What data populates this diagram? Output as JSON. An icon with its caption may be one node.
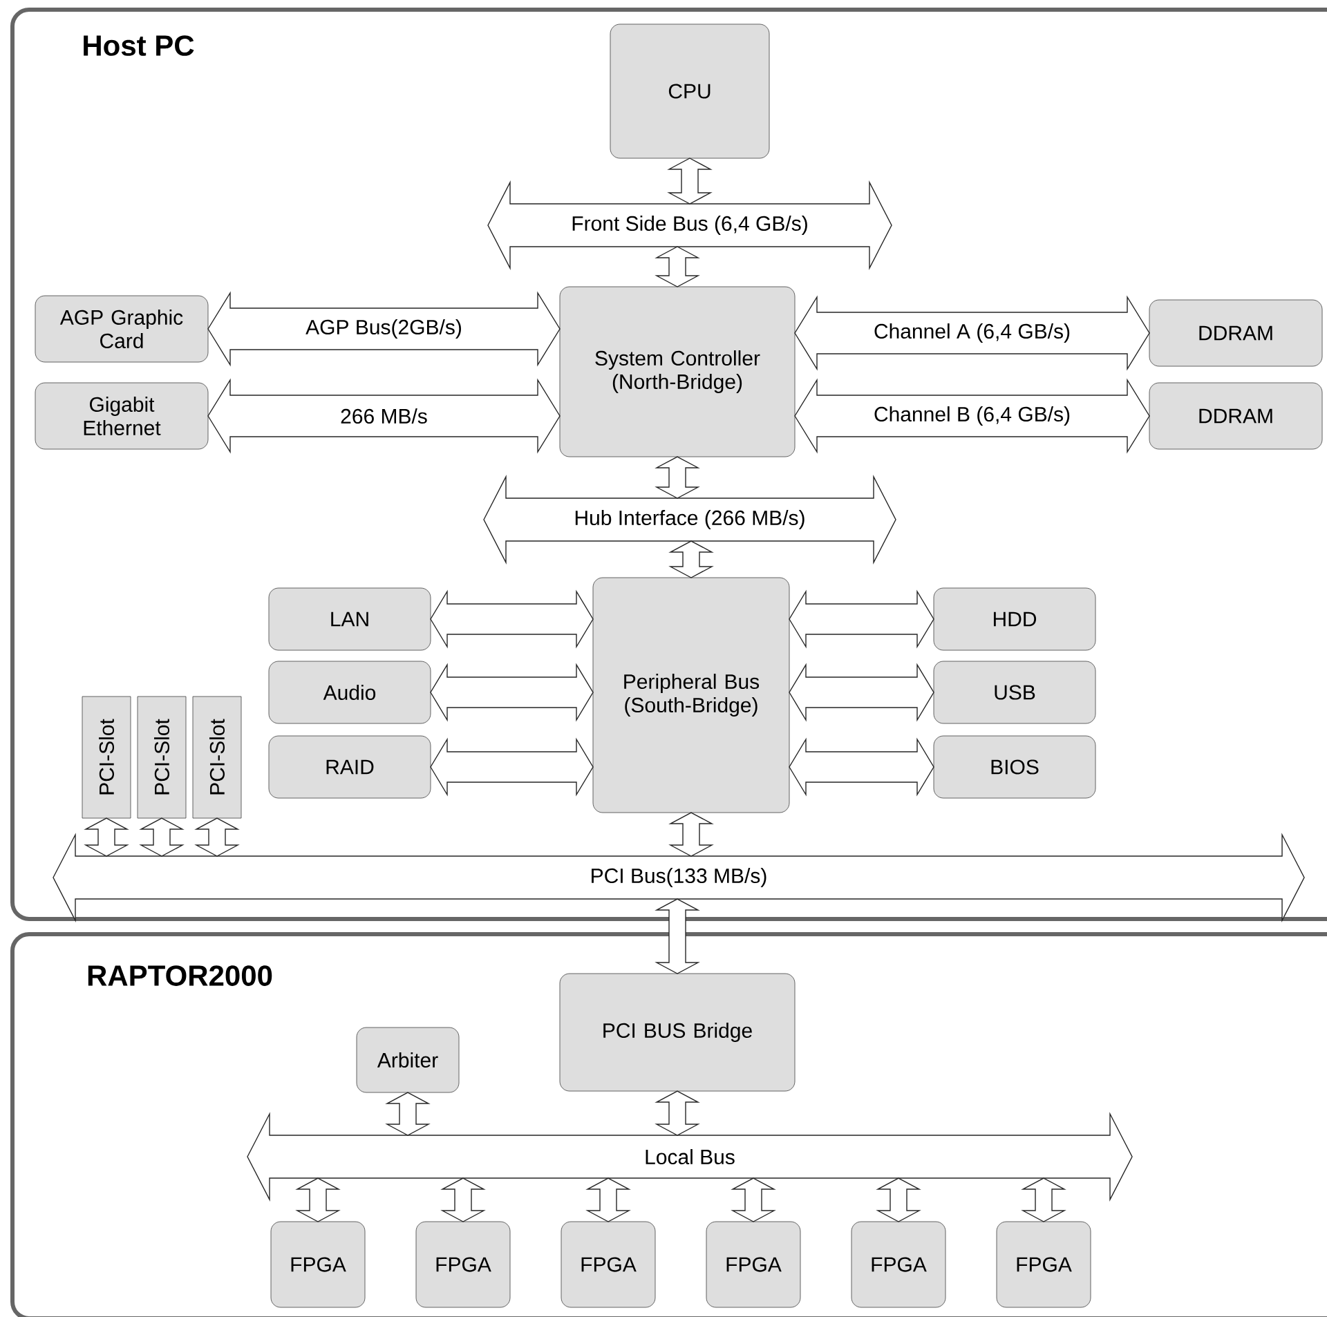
{
  "diagram": {
    "nodes": [
      {
        "text": [
          "Host PC"
        ]
      },
      {
        "text": [
          "CPU"
        ],
        "in": 0
      },
      {
        "text": [
          "Front Side Bus (6,4 GB/s)"
        ],
        "in": 0
      },
      {
        "text": [
          "AGP Graphic Card"
        ],
        "in": 0
      },
      {
        "text": [
          "Gigabit Ethernet"
        ],
        "in": 0
      },
      {
        "text": [
          "System Controller (North-Bridge)"
        ],
        "in": 0
      },
      {
        "text": [
          "DDRAM"
        ],
        "in": 0
      },
      {
        "text": [
          "DDRAM"
        ],
        "in": 0
      },
      {
        "text": [
          "Hub Interface (266 MB/s)"
        ],
        "in": 0
      },
      {
        "text": [
          "LAN"
        ],
        "in": 0
      },
      {
        "text": [
          "Audio"
        ],
        "in": 0
      },
      {
        "text": [
          "RAID"
        ],
        "in": 0
      },
      {
        "text": [
          "Peripheral Bus (South-Bridge)"
        ],
        "in": 0
      },
      {
        "text": [
          "HDD"
        ],
        "in": 0
      },
      {
        "text": [
          "USB"
        ],
        "in": 0
      },
      {
        "text": [
          "BIOS"
        ],
        "in": 0
      },
      {
        "text": [
          "PCI-Slot"
        ],
        "in": 0
      },
      {
        "text": [
          "PCI-Slot"
        ],
        "in": 0
      },
      {
        "text": [
          "PCI-Slot"
        ],
        "in": 0
      },
      {
        "text": [
          "PCI Bus(133 MB/s)"
        ],
        "in": 0
      },
      {
        "text": [
          "RAPTOR2000"
        ]
      },
      {
        "text": [
          "PCI BUS Bridge"
        ],
        "in": 20
      },
      {
        "text": [
          "Arbiter"
        ],
        "in": 20
      },
      {
        "text": [
          "Local Bus"
        ],
        "in": 20
      },
      {
        "text": [
          "FPGA"
        ],
        "in": 20
      },
      {
        "text": [
          "FPGA"
        ],
        "in": 20
      },
      {
        "text": [
          "FPGA"
        ],
        "in": 20
      },
      {
        "text": [
          "FPGA"
        ],
        "in": 20
      },
      {
        "text": [
          "FPGA"
        ],
        "in": 20
      },
      {
        "text": [
          "FPGA"
        ],
        "in": 20
      }
    ],
    "edges": [
      {
        "from": 1,
        "to": 2,
        "arrow": "both"
      },
      {
        "from": 2,
        "to": 5,
        "arrow": "both"
      },
      {
        "from": 3,
        "to": 5,
        "arrow": "both",
        "label": "AGP Bus(2GB/s)"
      },
      {
        "from": 4,
        "to": 5,
        "arrow": "both",
        "label": "266 MB/s"
      },
      {
        "from": 5,
        "to": 6,
        "arrow": "both",
        "label": "Channel A (6,4 GB/s)"
      },
      {
        "from": 5,
        "to": 7,
        "arrow": "both",
        "label": "Channel B (6,4 GB/s)"
      },
      {
        "from": 5,
        "to": 8,
        "arrow": "both"
      },
      {
        "from": 8,
        "to": 12,
        "arrow": "both"
      },
      {
        "from": 9,
        "to": 12,
        "arrow": "both"
      },
      {
        "from": 10,
        "to": 12,
        "arrow": "both"
      },
      {
        "from": 11,
        "to": 12,
        "arrow": "both"
      },
      {
        "from": 12,
        "to": 13,
        "arrow": "both"
      },
      {
        "from": 12,
        "to": 14,
        "arrow": "both"
      },
      {
        "from": 12,
        "to": 15,
        "arrow": "both"
      },
      {
        "from": 16,
        "to": 19,
        "arrow": "both"
      },
      {
        "from": 17,
        "to": 19,
        "arrow": "both"
      },
      {
        "from": 18,
        "to": 19,
        "arrow": "both"
      },
      {
        "from": 12,
        "to": 19,
        "arrow": "both"
      },
      {
        "from": 19,
        "to": 21,
        "arrow": "both"
      },
      {
        "from": 22,
        "to": 23,
        "arrow": "both"
      },
      {
        "from": 21,
        "to": 23,
        "arrow": "both"
      },
      {
        "from": 23,
        "to": 24,
        "arrow": "both"
      },
      {
        "from": 23,
        "to": 25,
        "arrow": "both"
      },
      {
        "from": 23,
        "to": 26,
        "arrow": "both"
      },
      {
        "from": 23,
        "to": 27,
        "arrow": "both"
      },
      {
        "from": 23,
        "to": 28,
        "arrow": "both"
      },
      {
        "from": 23,
        "to": 29,
        "arrow": "both"
      }
    ]
  }
}
